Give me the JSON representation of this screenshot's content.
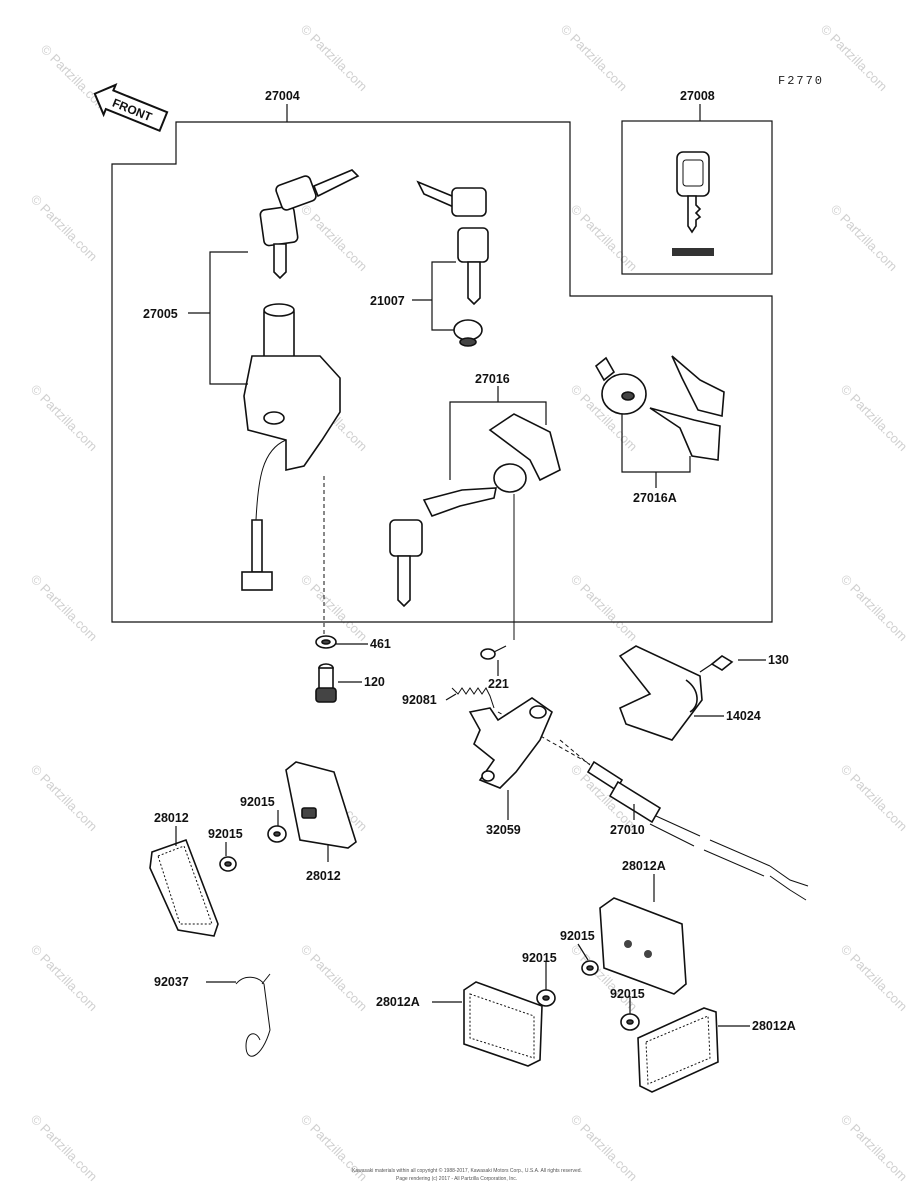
{
  "figure_code": "F2770",
  "front_label": "FRONT",
  "watermark": "© Partzilla.com",
  "footer_line1": "Kawasaki materials within all copyright © 1988-2017, Kawasaki Motors Corp., U.S.A. All rights reserved.",
  "footer_line2": "Page rendering (c) 2017 - All Partzilla Corporation, Inc.",
  "callouts": {
    "p27004": "27004",
    "p27008": "27008",
    "p27005": "27005",
    "p21007": "21007",
    "p27016": "27016",
    "p27016A": "27016A",
    "p461": "461",
    "p120": "120",
    "p221": "221",
    "p130": "130",
    "p92081": "92081",
    "p14024": "14024",
    "p32059": "32059",
    "p27010": "27010",
    "p28012_left": "28012",
    "p92015_a": "92015",
    "p92015_b": "92015",
    "p28012_mid": "28012",
    "p28012A_top": "28012A",
    "p92015_c": "92015",
    "p92015_d": "92015",
    "p92015_e": "92015",
    "p92037": "92037",
    "p28012A_left": "28012A",
    "p28012A_right": "28012A"
  }
}
